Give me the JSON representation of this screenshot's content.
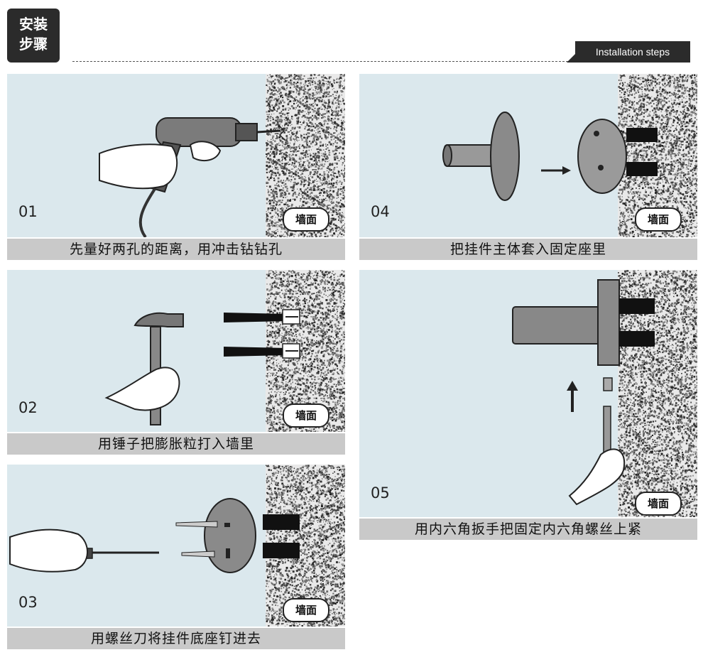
{
  "header": {
    "badge_line1": "安装",
    "badge_line2": "步骤",
    "tag": "Installation steps"
  },
  "steps": [
    {
      "number": "01",
      "caption": "先量好两孔的距离，用冲击钻钻孔",
      "wall_label": "墙面"
    },
    {
      "number": "02",
      "caption": "用锤子把膨胀粒打入墙里",
      "wall_label": "墙面"
    },
    {
      "number": "03",
      "caption": "用螺丝刀将挂件底座钉进去",
      "wall_label": "墙面"
    },
    {
      "number": "04",
      "caption": "把挂件主体套入固定座里",
      "wall_label": "墙面"
    },
    {
      "number": "05",
      "caption": "用内六角扳手把固定内六角螺丝上紧",
      "wall_label": "墙面"
    }
  ],
  "colors": {
    "panel_bg": "#dbe8ed",
    "caption_bg": "#c9c9c9",
    "header_dark": "#2b2b2b"
  }
}
